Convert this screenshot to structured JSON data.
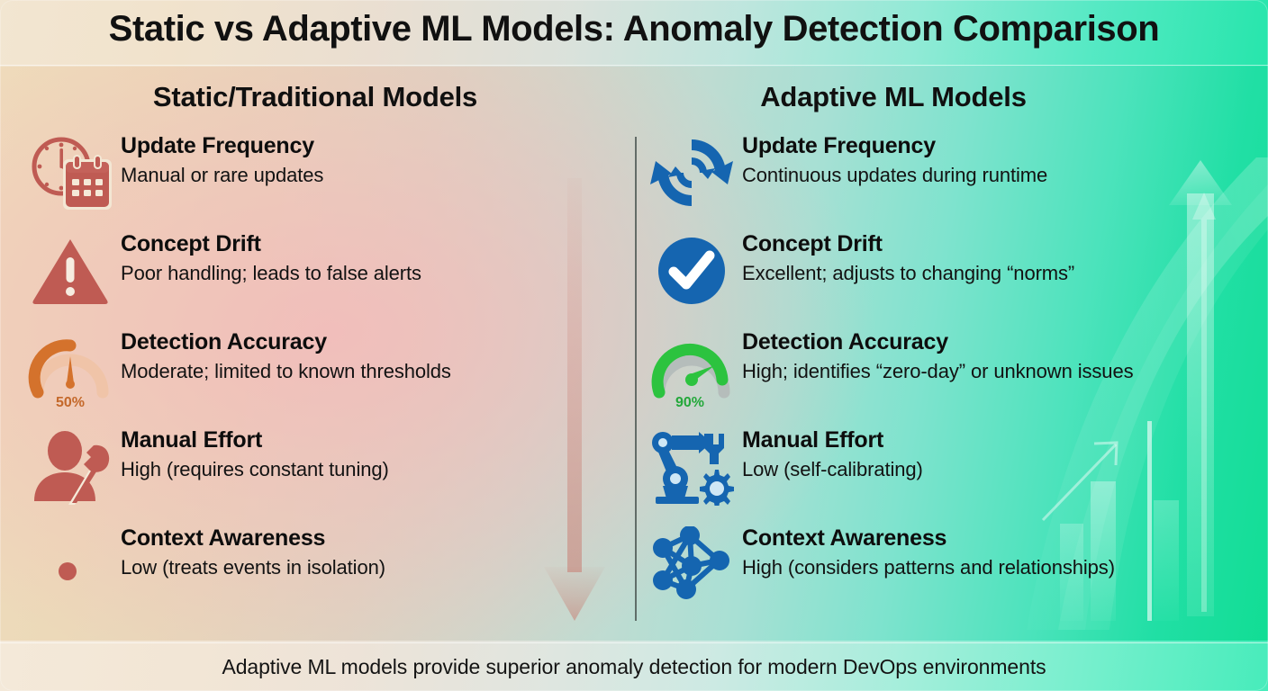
{
  "title": "Static vs Adaptive ML Models: Anomaly Detection Comparison",
  "columns": {
    "left": {
      "heading": "Static/Traditional Models",
      "rows": [
        {
          "icon": "clock-calendar-icon",
          "title": "Update Frequency",
          "sub": "Manual or rare updates"
        },
        {
          "icon": "warning-triangle-icon",
          "title": "Concept Drift",
          "sub": "Poor handling; leads to false alerts"
        },
        {
          "icon": "gauge-50-icon",
          "title": "Detection Accuracy",
          "sub": "Moderate; limited to known thresholds"
        },
        {
          "icon": "person-wrench-icon",
          "title": "Manual Effort",
          "sub": "High (requires constant tuning)"
        },
        {
          "icon": "dot-icon",
          "title": "Context Awareness",
          "sub": "Low (treats events in isolation)"
        }
      ],
      "gauge_label": "50%",
      "accent": "#c0564f",
      "gauge_accent": "#d4722c"
    },
    "right": {
      "heading": "Adaptive ML Models",
      "rows": [
        {
          "icon": "refresh-cycle-icon",
          "title": "Update Frequency",
          "sub": "Continuous updates during runtime"
        },
        {
          "icon": "check-circle-icon",
          "title": "Concept Drift",
          "sub": "Excellent; adjusts to changing “norms”"
        },
        {
          "icon": "gauge-90-icon",
          "title": "Detection Accuracy",
          "sub": "High; identifies “zero-day” or unknown issues"
        },
        {
          "icon": "robot-arm-gear-icon",
          "title": "Manual Effort",
          "sub": "Low (self-calibrating)"
        },
        {
          "icon": "neural-network-icon",
          "title": "Context Awareness",
          "sub": "High (considers patterns and relationships)"
        }
      ],
      "gauge_label": "90%",
      "accent": "#1565b0",
      "gauge_accent": "#2cc33f"
    }
  },
  "footer": "Adaptive ML models provide superior anomaly detection for modern DevOps environments",
  "chart_data": {
    "type": "bar",
    "title": "Static vs Adaptive ML Models: Anomaly Detection Comparison",
    "categories": [
      "Update Frequency",
      "Concept Drift",
      "Detection Accuracy",
      "Manual Effort",
      "Context Awareness"
    ],
    "series": [
      {
        "name": "Static/Traditional Models",
        "values": [
          null,
          null,
          50,
          null,
          null
        ]
      },
      {
        "name": "Adaptive ML Models",
        "values": [
          null,
          null,
          90,
          null,
          null
        ]
      }
    ],
    "ylabel": "Detection Accuracy (%)",
    "ylim": [
      0,
      100
    ],
    "legend": "top",
    "grid": false
  }
}
